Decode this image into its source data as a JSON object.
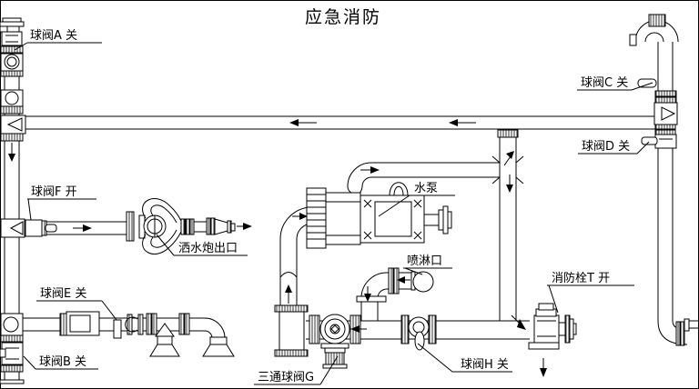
{
  "title": "应急消防",
  "colors": {
    "line": "#000000",
    "background": "#ffffff"
  },
  "labels": {
    "valve_a": "球阀A 关",
    "valve_c": "球阀C 关",
    "valve_d": "球阀D 关",
    "valve_f": "球阀F 开",
    "cannon_outlet": "洒水炮出口",
    "pump": "水泵",
    "spray_port": "喷淋口",
    "valve_e": "球阀E 关",
    "valve_b": "球阀B 关",
    "hydrant_t": "消防栓T 开",
    "valve_h": "球阀H 关",
    "valve_g": "三通球阀G"
  }
}
